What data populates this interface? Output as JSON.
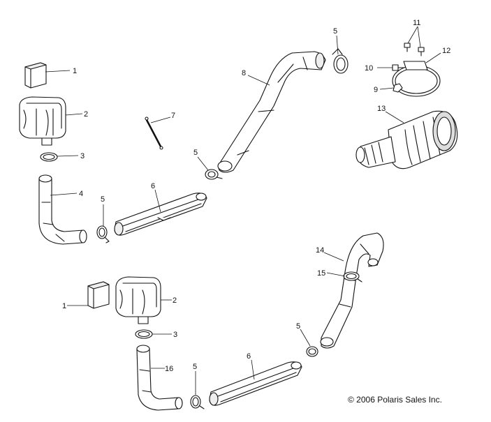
{
  "callouts": [
    {
      "id": "c1a",
      "label": "1"
    },
    {
      "id": "c2a",
      "label": "2"
    },
    {
      "id": "c3a",
      "label": "3"
    },
    {
      "id": "c4",
      "label": "4"
    },
    {
      "id": "c5a",
      "label": "5"
    },
    {
      "id": "c6a",
      "label": "6"
    },
    {
      "id": "c7",
      "label": "7"
    },
    {
      "id": "c5b",
      "label": "5"
    },
    {
      "id": "c8",
      "label": "8"
    },
    {
      "id": "c5c",
      "label": "5"
    },
    {
      "id": "c11",
      "label": "11"
    },
    {
      "id": "c12",
      "label": "12"
    },
    {
      "id": "c10",
      "label": "10"
    },
    {
      "id": "c9",
      "label": "9"
    },
    {
      "id": "c13",
      "label": "13"
    },
    {
      "id": "c14",
      "label": "14"
    },
    {
      "id": "c15",
      "label": "15"
    },
    {
      "id": "c1b",
      "label": "1"
    },
    {
      "id": "c2b",
      "label": "2"
    },
    {
      "id": "c3b",
      "label": "3"
    },
    {
      "id": "c5d",
      "label": "5"
    },
    {
      "id": "c16",
      "label": "16"
    },
    {
      "id": "c5e",
      "label": "5"
    },
    {
      "id": "c6b",
      "label": "6"
    }
  ],
  "copyright": "© 2006 Polaris Sales Inc.",
  "colors": {
    "line": "#111111",
    "fill": "#ffffff",
    "shade": "#d9d9d9",
    "dark": "#555555"
  }
}
